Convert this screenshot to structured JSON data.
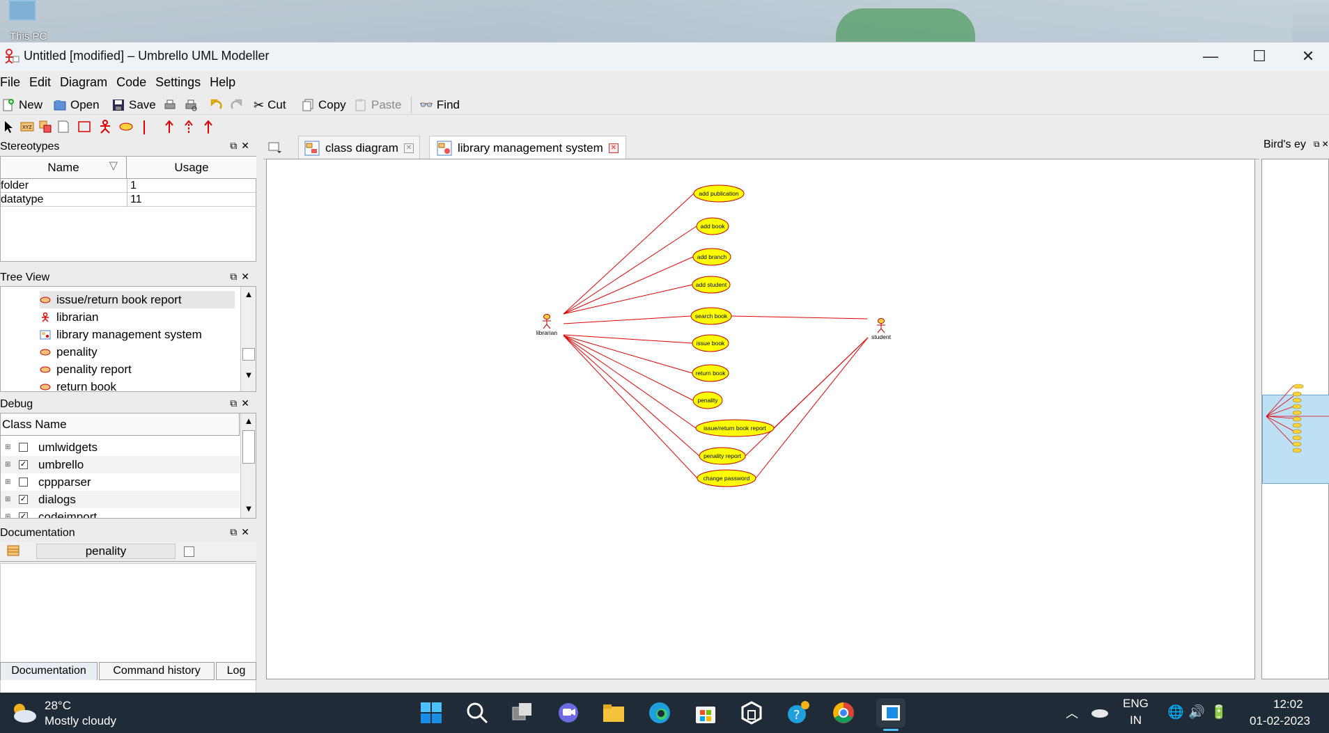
{
  "desktop": {
    "icon_label": "This PC"
  },
  "window": {
    "title": "Untitled [modified] – Umbrello UML Modeller",
    "controls": {
      "minimize": "—",
      "maximize": "☐",
      "close": "✕"
    }
  },
  "menu": [
    "File",
    "Edit",
    "Diagram",
    "Code",
    "Settings",
    "Help"
  ],
  "toolbar": {
    "new": "New",
    "open": "Open",
    "save": "Save",
    "cut": "Cut",
    "copy": "Copy",
    "paste": "Paste",
    "find": "Find"
  },
  "stereotypes": {
    "title": "Stereotypes",
    "columns": {
      "name": "Name",
      "usage": "Usage"
    },
    "rows": [
      {
        "name": "folder",
        "usage": "1"
      },
      {
        "name": "datatype",
        "usage": "11"
      }
    ]
  },
  "tree_view": {
    "title": "Tree View",
    "items": [
      {
        "label": "issue/return book report",
        "icon": "usecase-icon"
      },
      {
        "label": "librarian",
        "icon": "actor-icon"
      },
      {
        "label": "library management system",
        "icon": "diagram-icon"
      },
      {
        "label": "penality",
        "icon": "usecase-icon"
      },
      {
        "label": "penality report",
        "icon": "usecase-icon"
      },
      {
        "label": "return book",
        "icon": "usecase-icon"
      }
    ]
  },
  "debug": {
    "title": "Debug",
    "column": "Class Name",
    "items": [
      {
        "label": "umlwidgets",
        "checked": false
      },
      {
        "label": "umbrello",
        "checked": true
      },
      {
        "label": "cppparser",
        "checked": false
      },
      {
        "label": "dialogs",
        "checked": true
      },
      {
        "label": "codeimport",
        "checked": true
      }
    ]
  },
  "documentation": {
    "title": "Documentation",
    "field_value": "penality"
  },
  "bottom_tabs": [
    "Documentation",
    "Command history",
    "Log"
  ],
  "doc_tabs": [
    {
      "label": "class diagram",
      "close_style": "gray"
    },
    {
      "label": "library management system",
      "close_style": "red"
    }
  ],
  "birdseye": {
    "title": "Bird's ey"
  },
  "diagram": {
    "actors": [
      {
        "id": "librarian",
        "label": "librarian"
      },
      {
        "id": "student",
        "label": "student"
      }
    ],
    "usecases": [
      {
        "id": "uc1",
        "label": "add publication"
      },
      {
        "id": "uc2",
        "label": "add book"
      },
      {
        "id": "uc3",
        "label": "add branch"
      },
      {
        "id": "uc4",
        "label": "add student"
      },
      {
        "id": "uc5",
        "label": "search book"
      },
      {
        "id": "uc6",
        "label": "issue book"
      },
      {
        "id": "uc7",
        "label": "return book"
      },
      {
        "id": "uc8",
        "label": "penality"
      },
      {
        "id": "uc9",
        "label": "issue/return book report"
      },
      {
        "id": "uc10",
        "label": "penality report"
      },
      {
        "id": "uc11",
        "label": "change password"
      }
    ],
    "colors": {
      "usecase_fill": "#ffff00",
      "usecase_stroke": "#c00000",
      "line": "#e00000"
    }
  },
  "taskbar": {
    "weather_temp": "28°C",
    "weather_desc": "Mostly cloudy",
    "lang_top": "ENG",
    "lang_bottom": "IN",
    "time": "12:02",
    "date": "01-02-2023"
  }
}
